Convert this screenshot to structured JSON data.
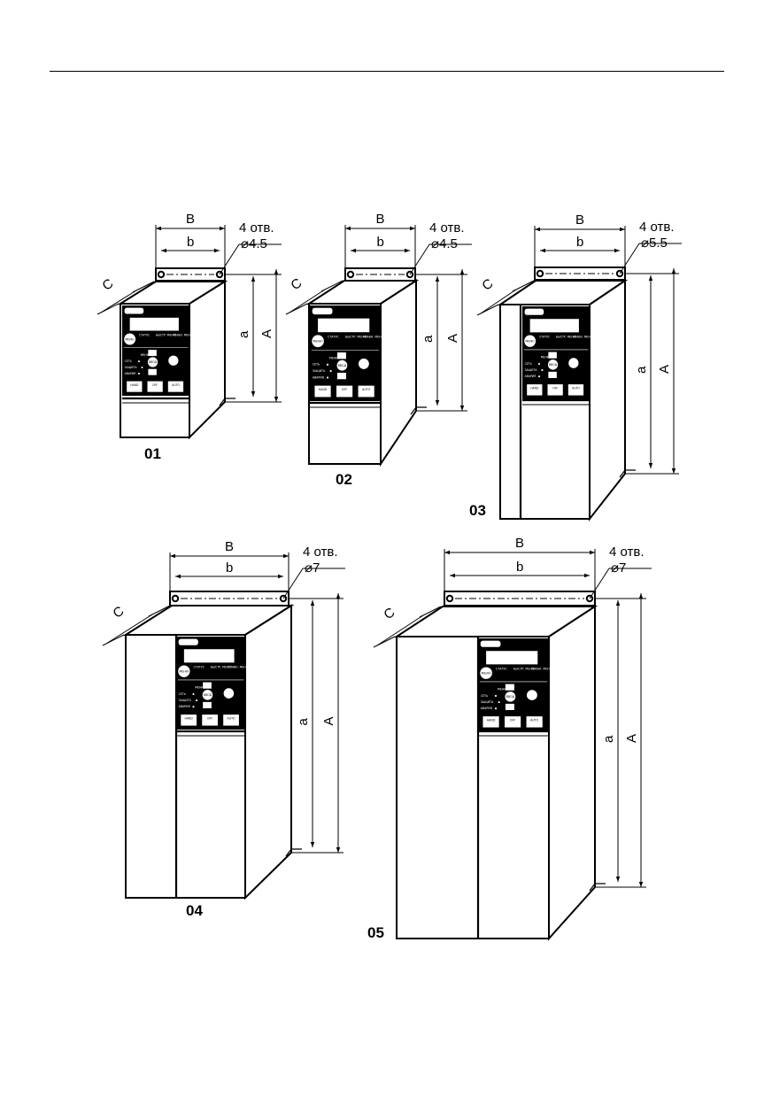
{
  "labels": {
    "width_outer": "B",
    "width_inner": "b",
    "depth": "C",
    "height_outer": "A",
    "height_inner": "a",
    "holes": "4 отв."
  },
  "panel_text": {
    "menu": "МЕНЮ",
    "status": "СТАТУС",
    "quick_menu": "БЫСТР. МЕНЮ",
    "main_menu": "ГЛАВН. МЕНЮ",
    "enter": "ВВОД",
    "mode": "МЕНЮ",
    "net": "СЕТЬ",
    "protection": "ЗАЩИТА",
    "alarm": "АВАРИЯ",
    "hand_on": "HAND ON",
    "off_reset": "OFF RESET",
    "auto_on": "AUTO ON"
  },
  "sizes": [
    {
      "id": "01",
      "hole_diameter": "⌀4.5"
    },
    {
      "id": "02",
      "hole_diameter": "⌀4.5"
    },
    {
      "id": "03",
      "hole_diameter": "⌀5.5"
    },
    {
      "id": "04",
      "hole_diameter": "⌀7"
    },
    {
      "id": "05",
      "hole_diameter": "⌀7"
    }
  ]
}
